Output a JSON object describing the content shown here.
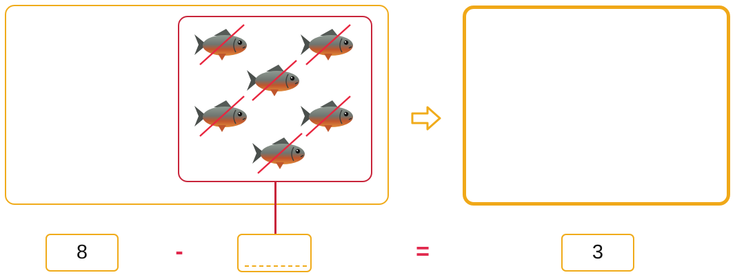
{
  "equation": {
    "minuend": "8",
    "minus_sign": "-",
    "subtrahend": "",
    "equals_sign": "=",
    "result": "3"
  },
  "colors": {
    "panel_border": "#f0ab1a",
    "group_border": "#c8243a",
    "operator": "#e1294d",
    "cross_out": "#e8263f"
  },
  "icons": {
    "fish": "piranha-fish-icon",
    "arrow": "hollow-right-arrow-icon"
  },
  "fish_count": 6,
  "fish_crossed_out": true
}
